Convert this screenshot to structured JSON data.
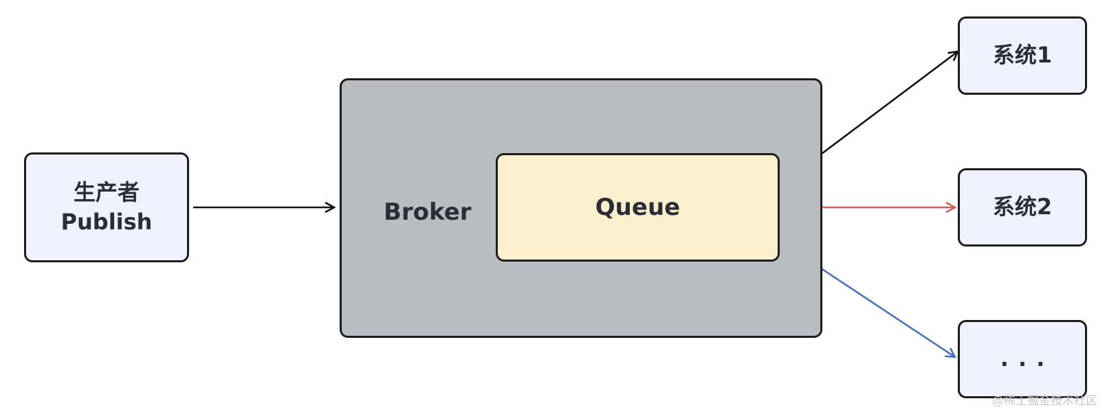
{
  "producer": {
    "line1": "生产者",
    "line2": "Publish"
  },
  "broker": {
    "label": "Broker"
  },
  "queue": {
    "label": "Queue"
  },
  "consumers": [
    {
      "label": "系统1",
      "arrow_color": "#111111"
    },
    {
      "label": "系统2",
      "arrow_color": "#d0605e"
    },
    {
      "label": "...",
      "arrow_color": "#4a72ba"
    }
  ],
  "colors": {
    "node_fill": "#f0f2ff",
    "broker_fill": "#b9bcc1",
    "queue_fill": "#fdf0cf",
    "border": "#1c1c1c",
    "text": "#2a2f37"
  },
  "watermark": "@稀土掘金技术社区"
}
